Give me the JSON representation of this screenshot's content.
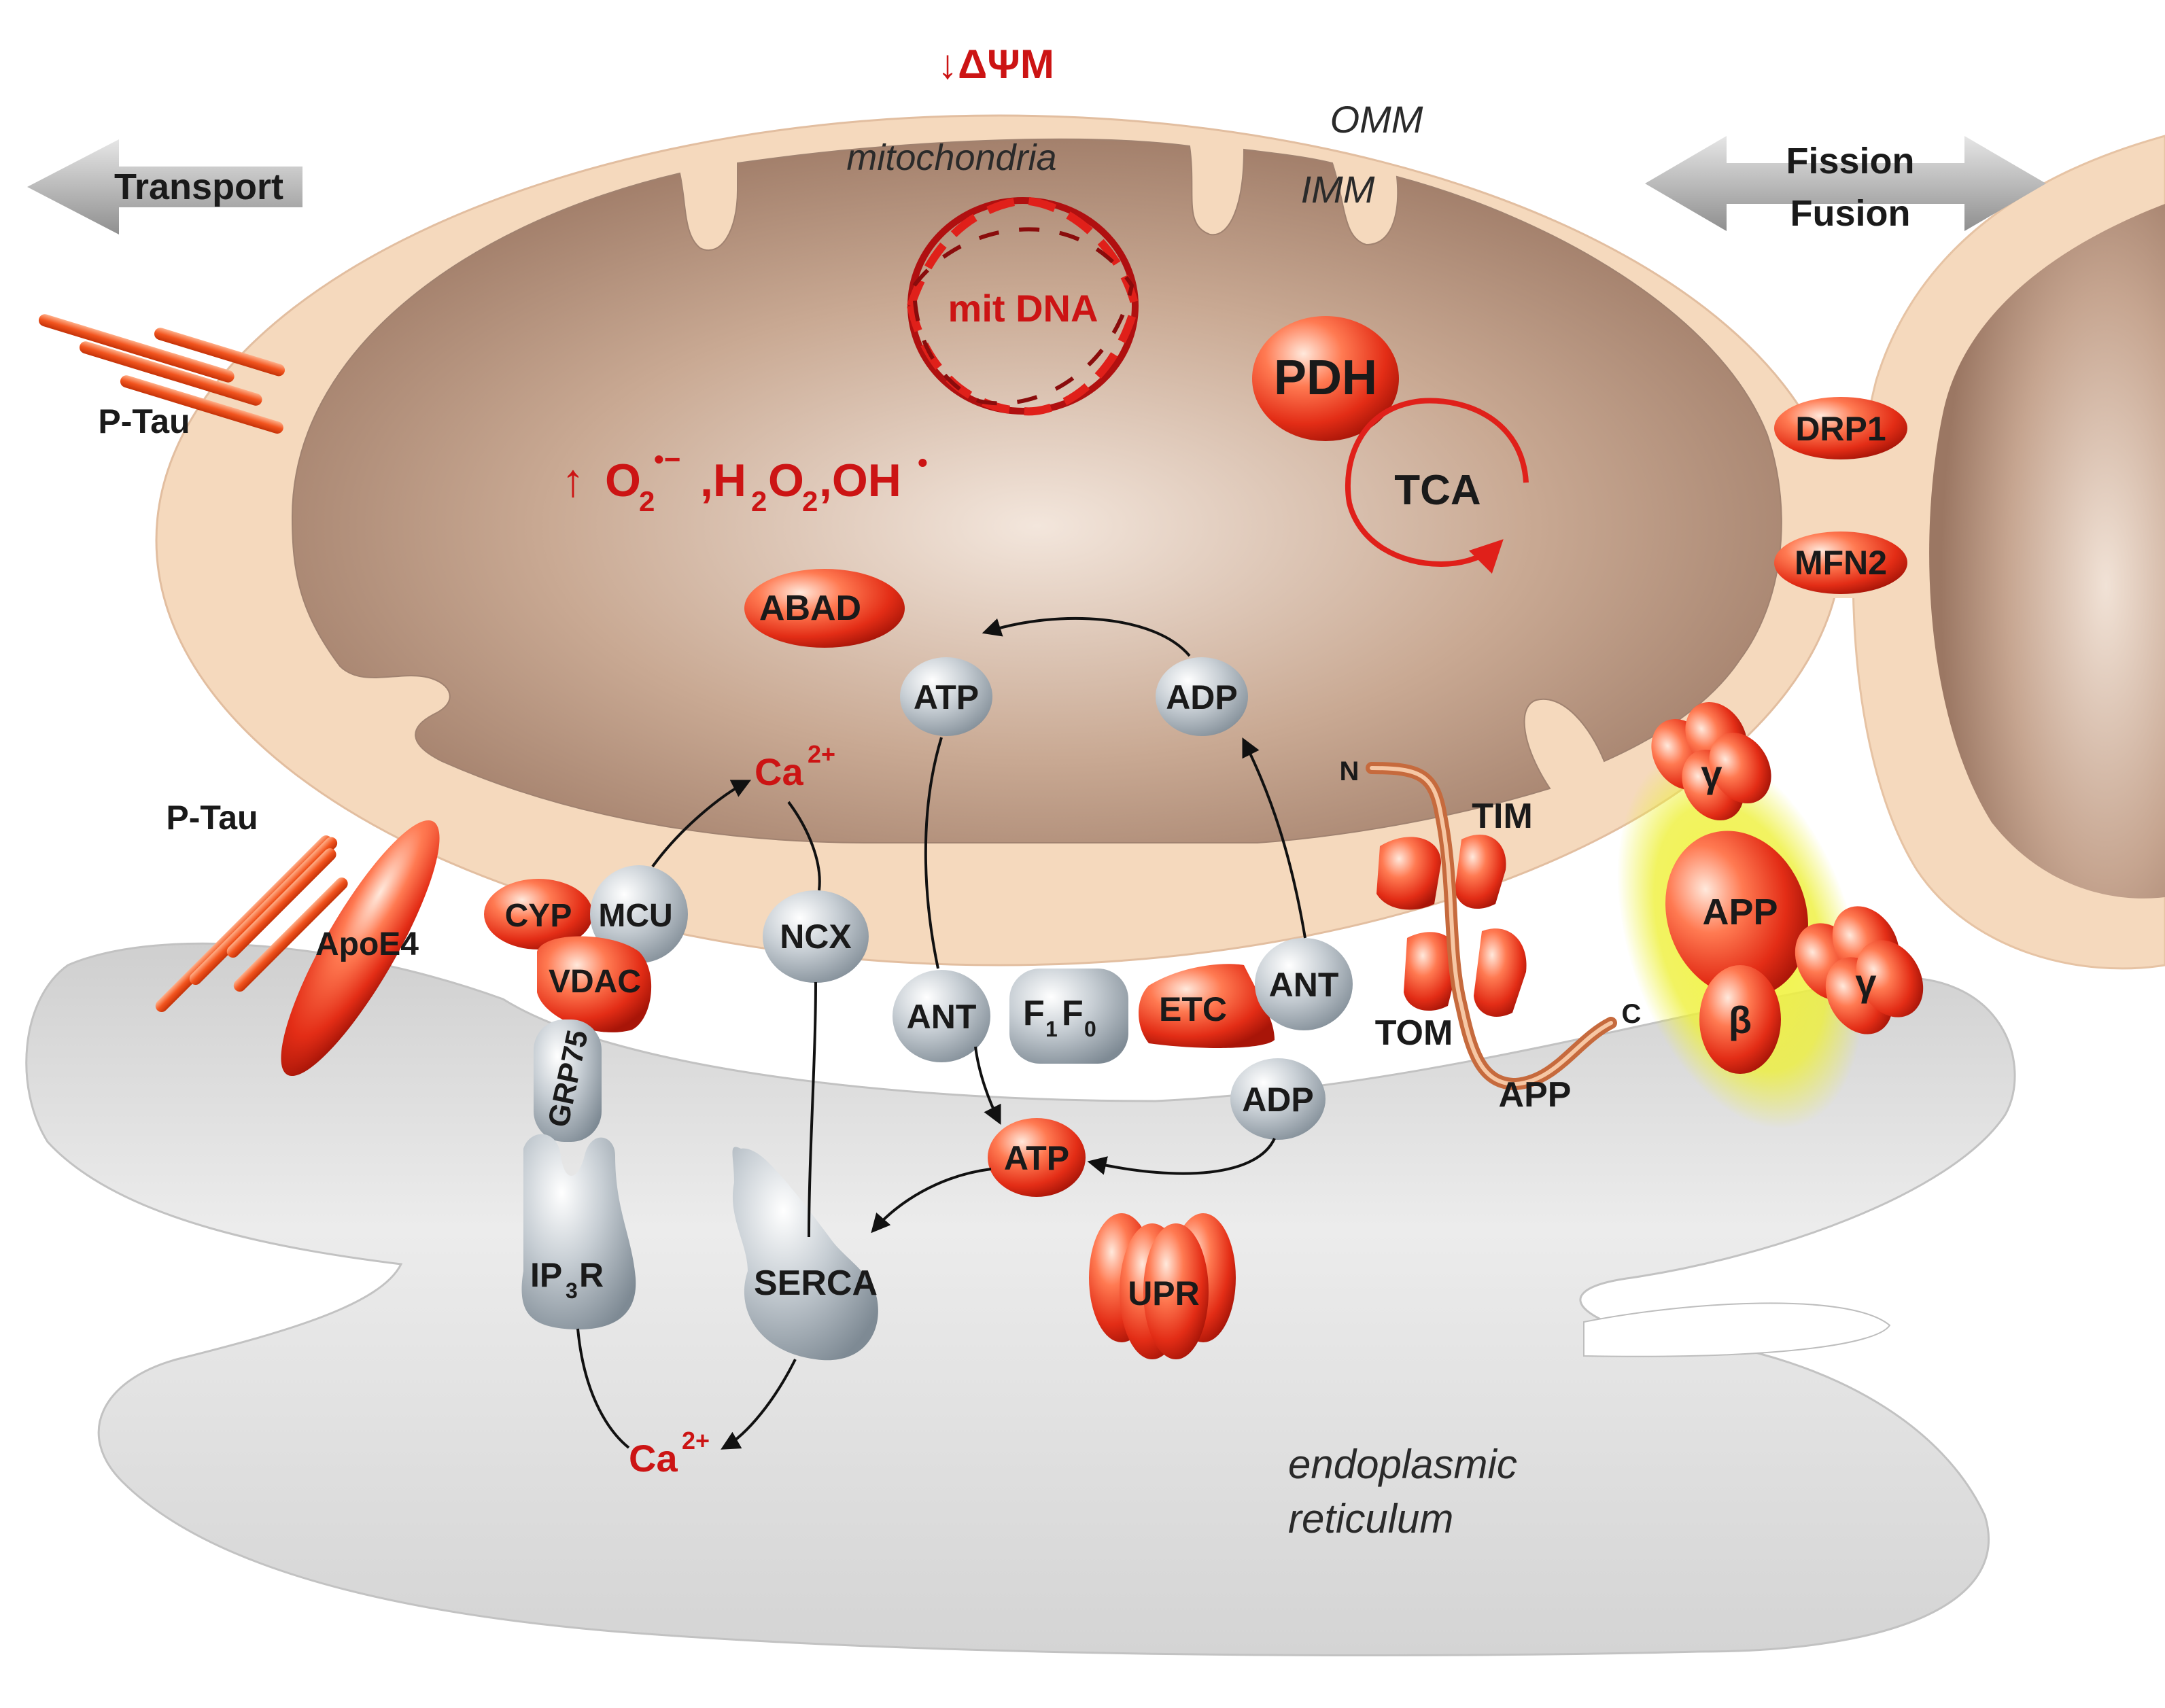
{
  "colors": {
    "accent_red": "#cc1414",
    "protein_red": "#e8391e",
    "protein_grey": "#9aa4ad",
    "membrane": "#f5d9bd",
    "matrix": "#b6937d",
    "er_grey": "#dcdcdc",
    "highlight": "#eef03a"
  },
  "header": {
    "delta_psi": "↓ΔΨM",
    "mitochondria": "mitochondria",
    "omm": "OMM",
    "imm": "IMM",
    "transport": "Transport",
    "fission": "Fission",
    "fusion": "Fusion"
  },
  "matrix": {
    "mitdna": "mit DNA",
    "pdh": "PDH",
    "tca": "TCA",
    "abad": "ABAD",
    "ros_arrow": "↑",
    "ros_o2": "O",
    "ros_o2_sub": "2",
    "ros_o2_sup": "•−",
    "ros_sep": ",H",
    "ros_h2_sub": "2",
    "ros_o": "O",
    "ros_o2b_sub": "2",
    "ros_oh": ",OH",
    "ros_oh_sup": "•",
    "atp_top": "ATP",
    "adp_top": "ADP",
    "ca_top": "Ca",
    "ca_top_sup": "2+"
  },
  "membrane": {
    "drp1": "DRP1",
    "mfn2": "MFN2",
    "ptau_top": "P-Tau",
    "ptau_bottom": "P-Tau",
    "apoe4": "ApoE4",
    "cyp": "CYP",
    "mcu": "MCU",
    "vdac": "VDAC",
    "grp75": "GRP75",
    "ncx": "NCX",
    "ant_left": "ANT",
    "f1f0_f": "F",
    "f1f0_sub1": "1",
    "f1f0_f2": "F",
    "f1f0_sub0": "0",
    "etc": "ETC",
    "ant_right": "ANT",
    "adp_bottom": "ADP",
    "n_term": "N",
    "c_term": "C",
    "tim": "TIM",
    "tom": "TOM",
    "app_strand": "APP",
    "gamma_top": "γ",
    "app_secretase": "APP",
    "gamma_right": "γ",
    "beta": "β"
  },
  "er": {
    "atp_er": "ATP",
    "ip3r_a": "IP",
    "ip3r_sub": "3",
    "ip3r_b": "R",
    "serca": "SERCA",
    "upr": "UPR",
    "ca_er": "Ca",
    "ca_er_sup": "2+",
    "er_line1": "endoplasmic",
    "er_line2": "reticulum"
  }
}
